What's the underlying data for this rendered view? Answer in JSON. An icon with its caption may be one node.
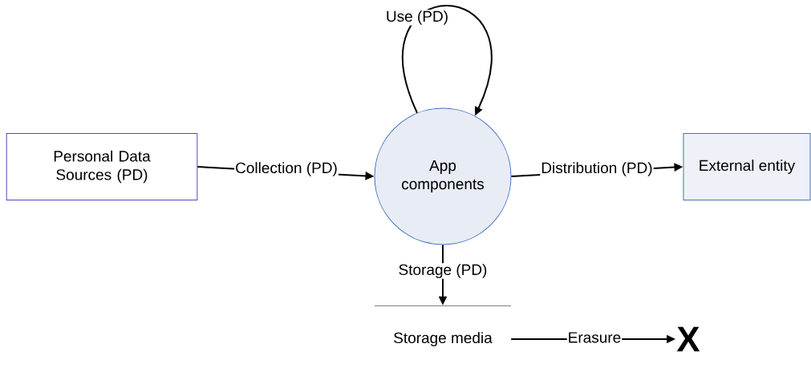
{
  "diagram": {
    "nodes": [
      {
        "text": [
          "Personal Data Sources (PD)"
        ]
      },
      {
        "text": [
          "App components"
        ]
      },
      {
        "text": [
          "External entity"
        ]
      },
      {
        "text": [
          "Storage media"
        ]
      },
      {
        "text": [
          "X"
        ]
      }
    ],
    "edges": [
      {
        "from": 0,
        "to": 1,
        "arrow": "to",
        "label": "Collection (PD)"
      },
      {
        "from": 1,
        "to": 2,
        "arrow": "to",
        "label": "Distribution (PD)"
      },
      {
        "from": 1,
        "to": 1,
        "arrow": "to",
        "label": "Use (PD)"
      },
      {
        "from": 1,
        "to": 3,
        "arrow": "to",
        "label": "Storage (PD)"
      },
      {
        "from": 3,
        "to": 4,
        "arrow": "to",
        "label": "Erasure"
      }
    ]
  }
}
